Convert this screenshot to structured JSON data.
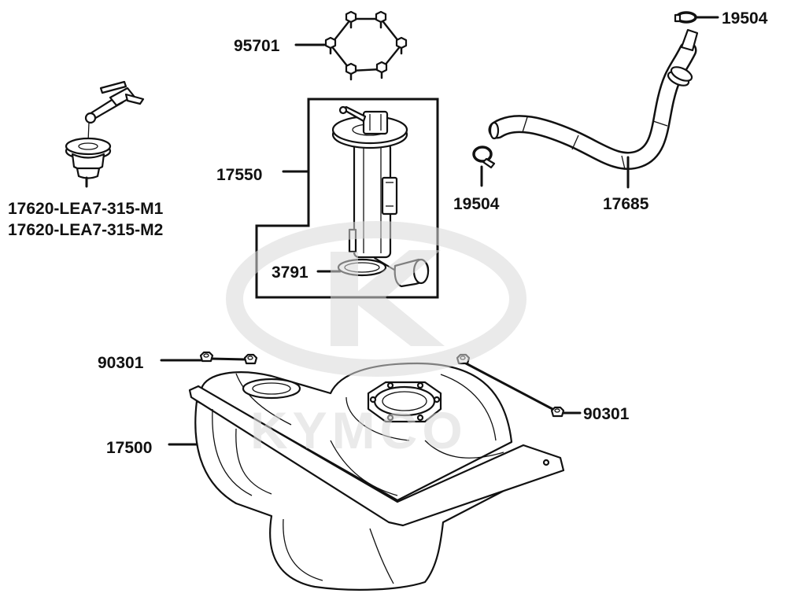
{
  "callouts": [
    {
      "id": "bolt-set",
      "text": "95701"
    },
    {
      "id": "clamp-top",
      "text": "19504"
    },
    {
      "id": "fuel-pump",
      "text": "17550"
    },
    {
      "id": "fuel-hose",
      "text": "17685"
    },
    {
      "id": "clamp-mid",
      "text": "19504"
    },
    {
      "id": "fuel-cap-m1",
      "text": "17620-LEA7-315-M1"
    },
    {
      "id": "fuel-cap-m2",
      "text": "17620-LEA7-315-M2"
    },
    {
      "id": "pump-gasket",
      "text": "3791"
    },
    {
      "id": "nut-left",
      "text": "90301"
    },
    {
      "id": "nut-right",
      "text": "90301"
    },
    {
      "id": "fuel-tank",
      "text": "17500"
    }
  ],
  "watermark": {
    "brand": "KYMCO"
  },
  "colors": {
    "line": "#111111",
    "watermark": "#d9d9d9",
    "background": "#ffffff"
  }
}
